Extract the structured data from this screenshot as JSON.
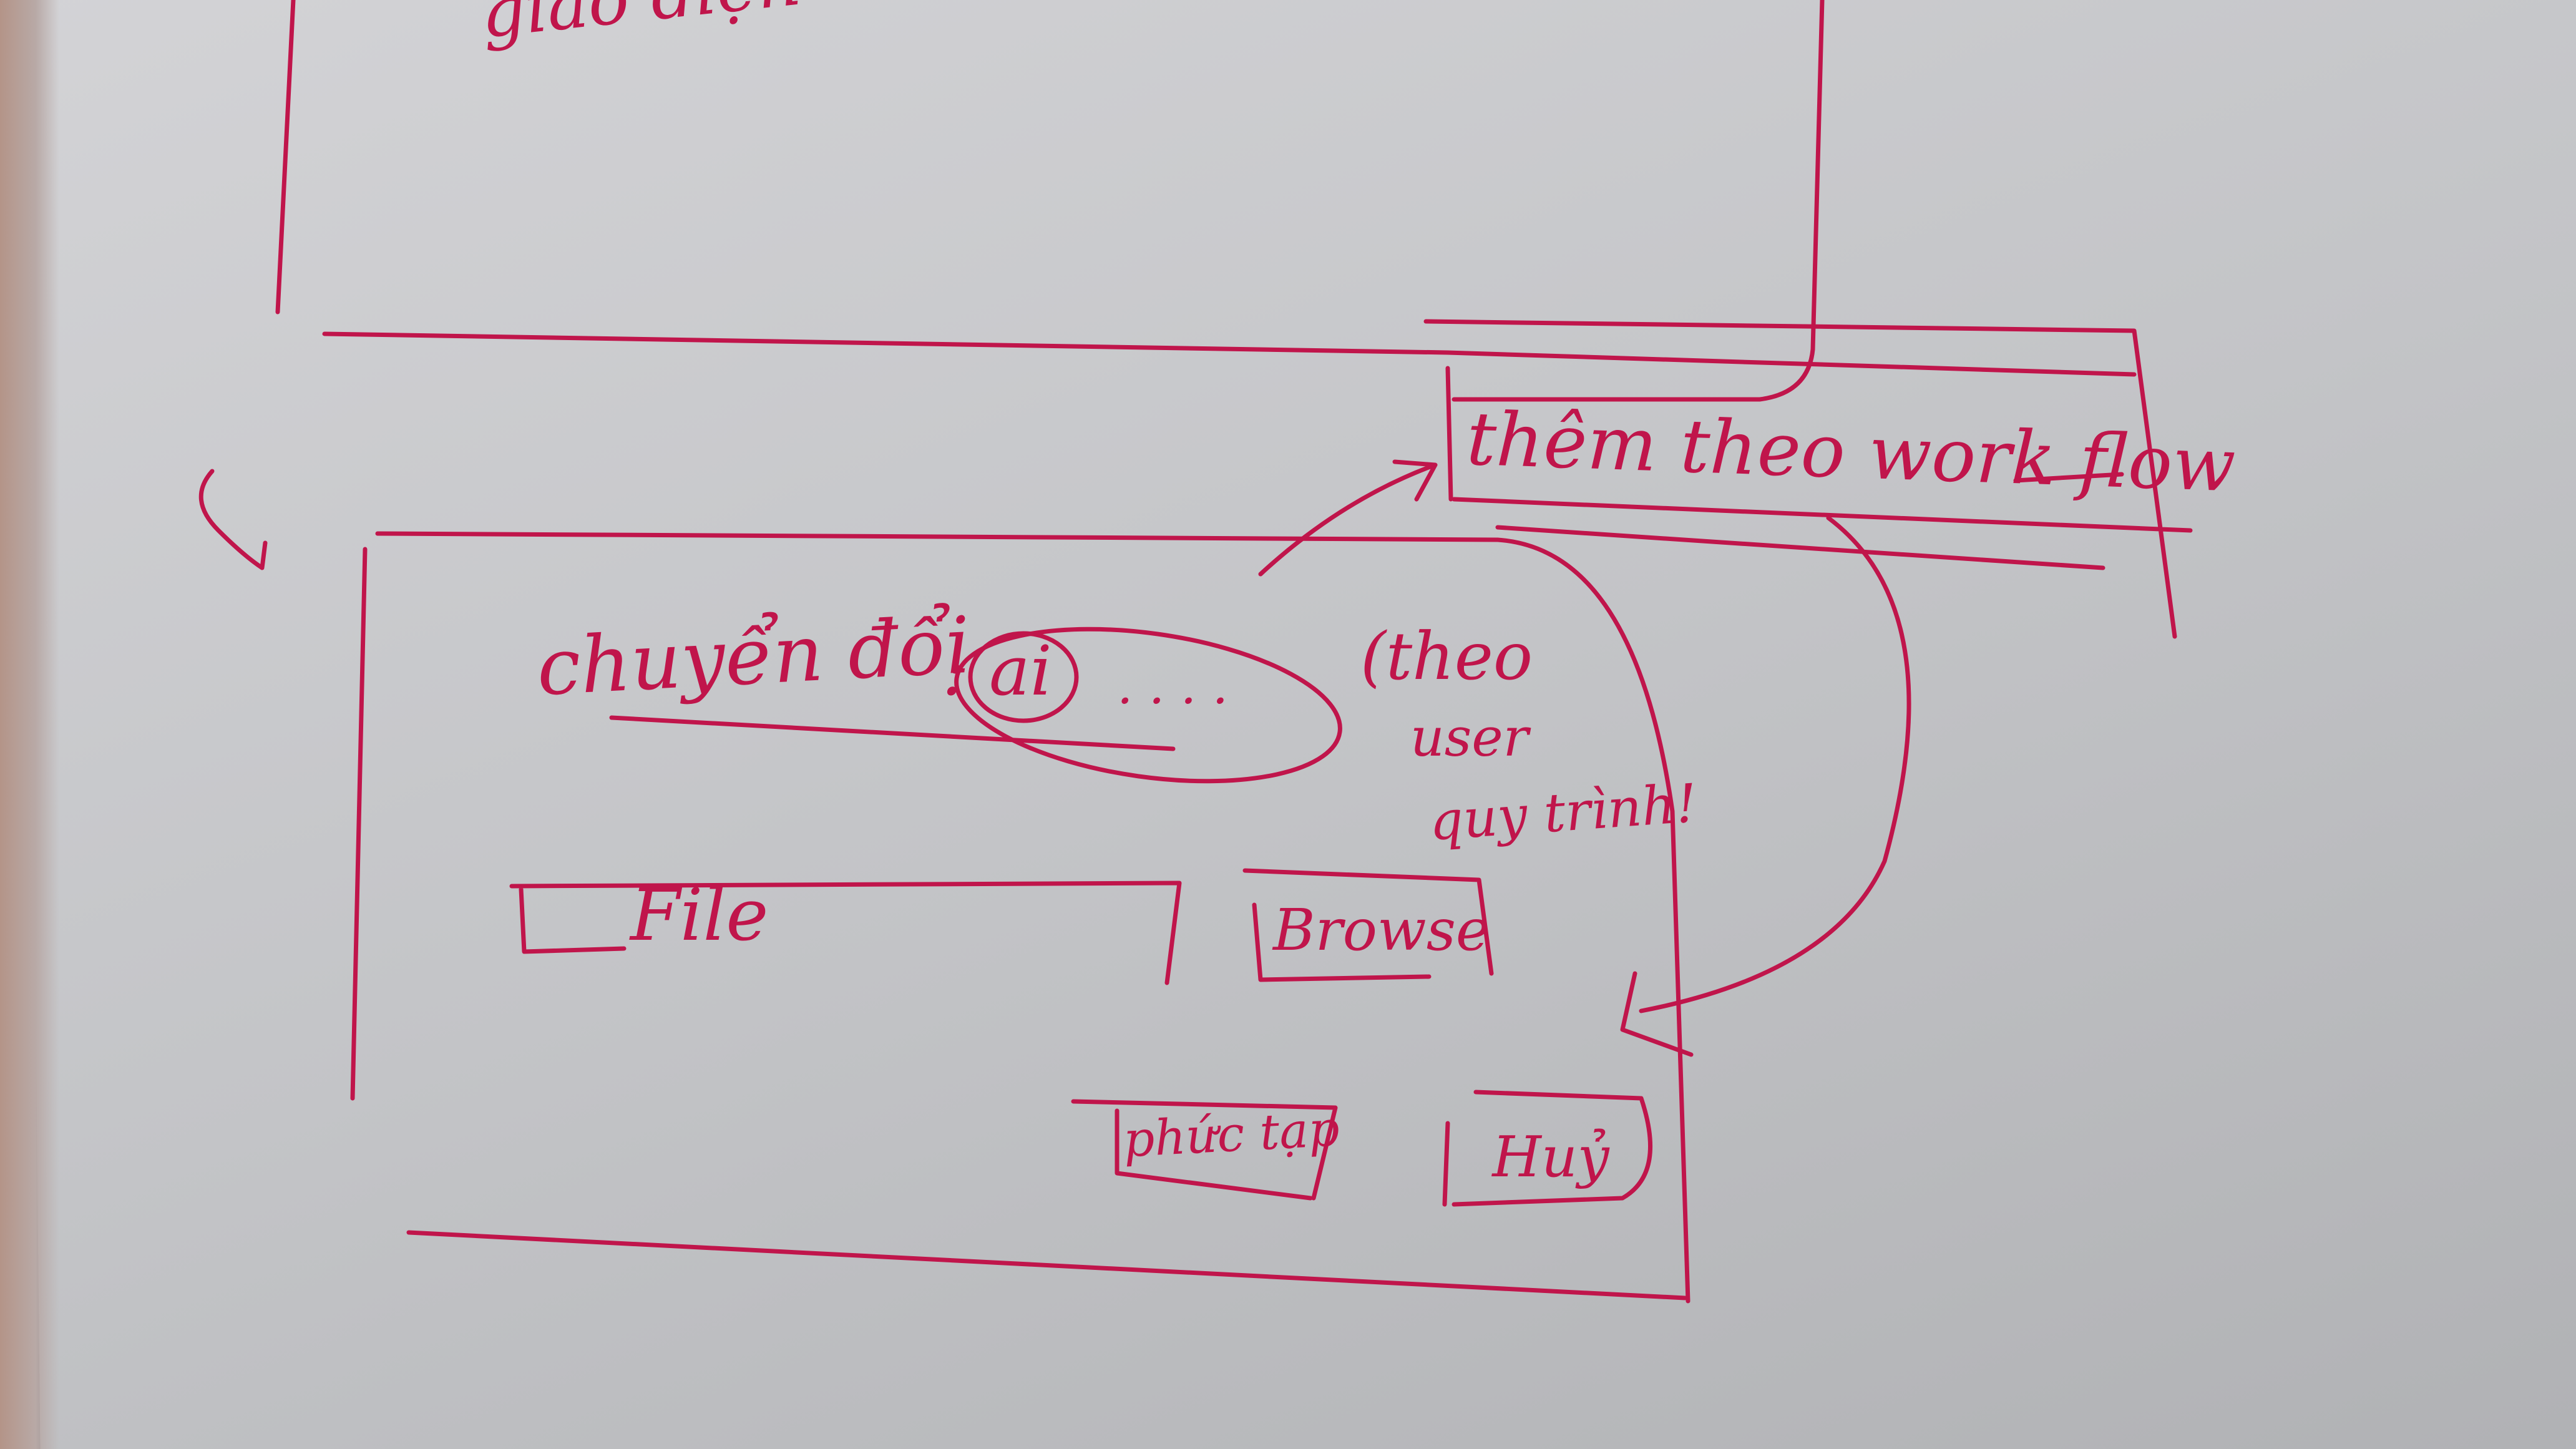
{
  "sketch": {
    "top_fragment": "giao diện",
    "workflow_box_label": "thêm theo work flow",
    "dialog": {
      "convert_label": "chuyển đổi",
      "convert_separator": ":",
      "convert_option": "ai",
      "convert_placeholder": ". . . .",
      "user_note_line1": "(theo",
      "user_note_line2": "user",
      "user_note_line3": "quy trình!",
      "file_input_placeholder": "File",
      "browse_button": "Browse",
      "advanced_button": "phức tạp",
      "cancel_button": "Huỷ"
    }
  },
  "colors": {
    "ink": "#c0154b",
    "paper": "#c6c7ca"
  }
}
